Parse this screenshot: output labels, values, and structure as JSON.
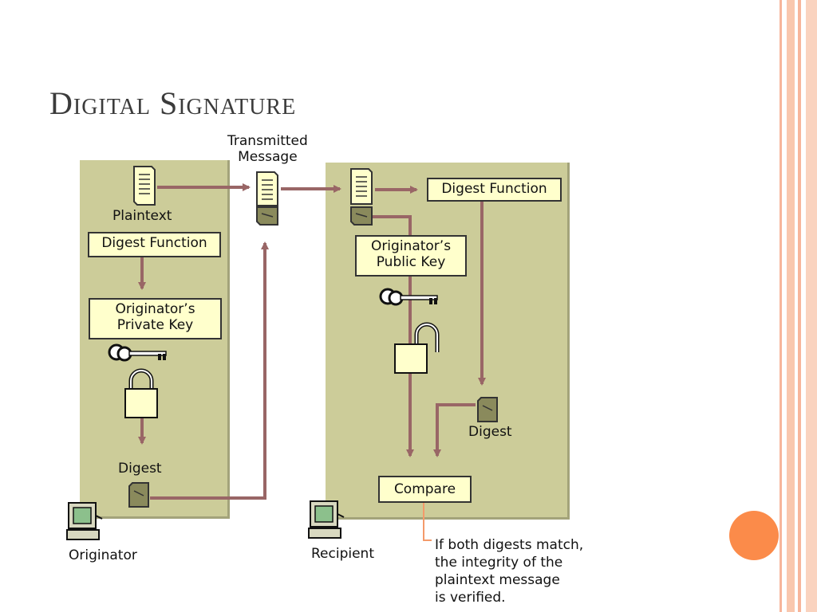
{
  "slide": {
    "title": "Digital Signature"
  },
  "diagram": {
    "transmitted_label": "Transmitted\nMessage",
    "originator_side": {
      "plaintext_label": "Plaintext",
      "digest_function_label": "Digest Function",
      "private_key_label": "Originator’s\nPrivate Key",
      "digest_label": "Digest",
      "computer_label": "Originator"
    },
    "recipient_side": {
      "digest_function_label": "Digest Function",
      "public_key_label": "Originator’s\nPublic Key",
      "digest_label": "Digest",
      "compare_label": "Compare",
      "computer_label": "Recipient",
      "note": "If both digests match,\nthe integrity of the\nplaintext message\nis verified."
    }
  },
  "colors": {
    "panel": "#cccc99",
    "arrow": "#996666",
    "box_fill": "#ffffcc",
    "accent_circle": "#fb8b4a"
  }
}
